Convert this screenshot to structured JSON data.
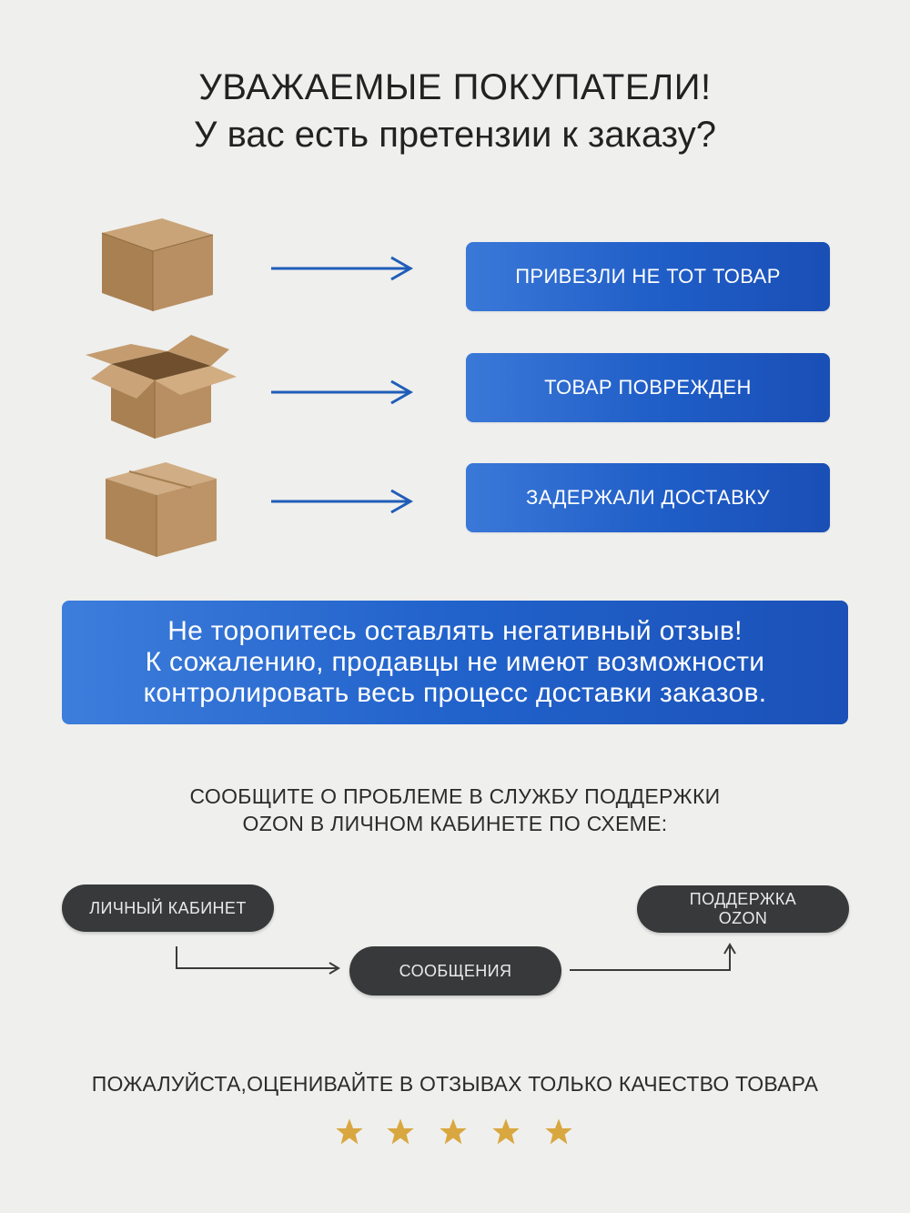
{
  "header": {
    "title": "УВАЖАЕМЫЕ ПОКУПАТЕЛИ!",
    "subtitle": "У вас есть претензии к заказу?"
  },
  "issues": [
    {
      "label": "ПРИВЕЗЛИ НЕ ТОТ ТОВАР",
      "icon": "closed-box-icon"
    },
    {
      "label": "ТОВАР ПОВРЕЖДЕН",
      "icon": "open-box-icon"
    },
    {
      "label": "ЗАДЕРЖАЛИ ДОСТАВКУ",
      "icon": "closed-box-icon"
    }
  ],
  "notice": {
    "line1": "Не торопитесь оставлять негативный отзыв!",
    "line2": "К сожалению, продавцы не имеют возможности",
    "line3": "контролировать весь процесс доставки заказов."
  },
  "instructions": {
    "line1": "СООБЩИТЕ О ПРОБЛЕМЕ В СЛУЖБУ ПОДДЕРЖКИ",
    "line2": "OZON В ЛИЧНОМ КАБИНЕТЕ ПО СХЕМЕ:"
  },
  "flow": {
    "step1": "ЛИЧНЫЙ КАБИНЕТ",
    "step2": "СООБЩЕНИЯ",
    "step3_line1": "ПОДДЕРЖКА",
    "step3_line2": "OZON"
  },
  "footer": {
    "text": "ПОЖАЛУЙСТА,ОЦЕНИВАЙТЕ В ОТЗЫВАХ ТОЛЬКО КАЧЕСТВО ТОВАРА"
  },
  "rating": {
    "stars": 5,
    "max": 5
  },
  "colors": {
    "accent_blue": "#2162cb",
    "pill_dark": "#38393b",
    "arrow_blue": "#1f5db8",
    "star_gold": "#d9a740",
    "cardboard": "#b08a5e"
  }
}
